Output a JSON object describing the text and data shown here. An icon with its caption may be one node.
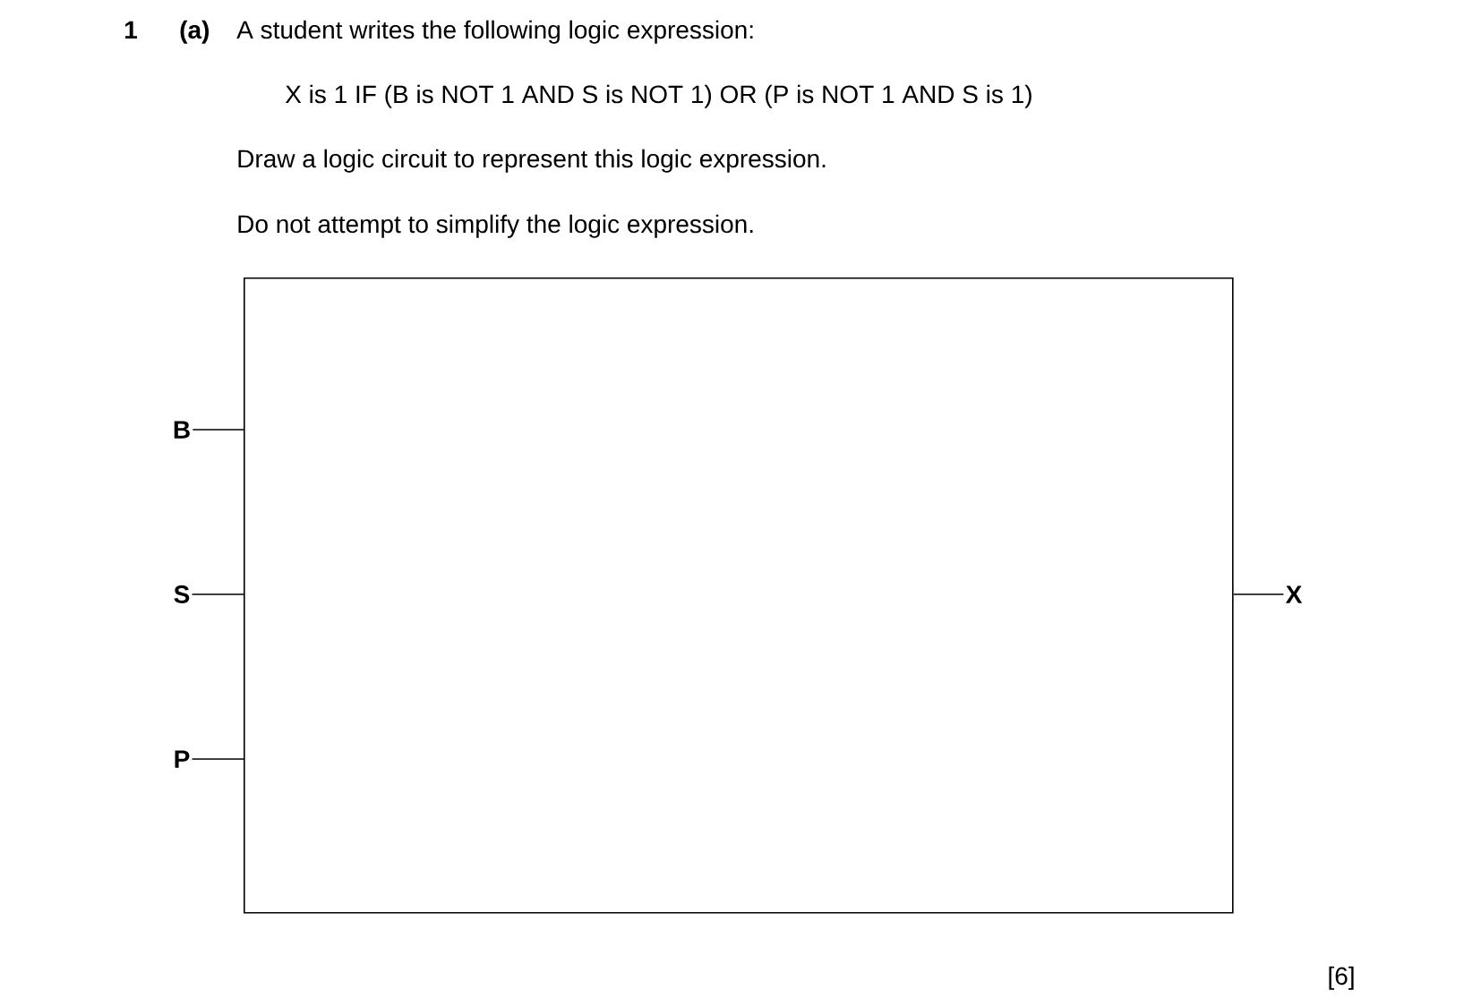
{
  "diagram": {
    "nodes": [
      {
        "text": [
          "B"
        ]
      },
      {
        "text": [
          "S"
        ]
      },
      {
        "text": [
          "P"
        ]
      },
      {
        "text": [],
        "shape": "box"
      },
      {
        "text": [
          "X"
        ]
      }
    ],
    "edges": [
      {
        "from": 0,
        "to": 3,
        "arrow": "none"
      },
      {
        "from": 1,
        "to": 3,
        "arrow": "none"
      },
      {
        "from": 2,
        "to": 3,
        "arrow": "none"
      },
      {
        "from": 3,
        "to": 4,
        "arrow": "none"
      }
    ],
    "labels": [
      "1",
      "(a)",
      "A student writes the following logic expression:",
      "X is 1 IF (B is NOT 1 AND S is NOT 1) OR (P is NOT 1 AND S is 1)",
      "Draw a logic circuit to represent this logic expression.",
      "Do not attempt to simplify the logic expression.",
      "[6]"
    ]
  }
}
